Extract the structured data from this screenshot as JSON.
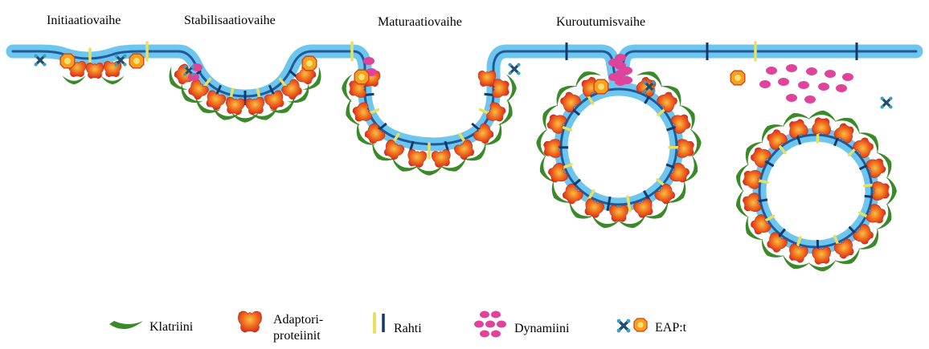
{
  "stages": [
    {
      "label": "Initiaatiovaihe"
    },
    {
      "label": "Stabilisaatiovaihe"
    },
    {
      "label": "Maturaatiovaihe"
    },
    {
      "label": "Kuroutumisvaihe"
    }
  ],
  "legend": {
    "clathrin": "Klatriini",
    "adaptor_line1": "Adaptori-",
    "adaptor_line2": "proteiinit",
    "cargo": "Rahti",
    "dynamin": "Dynamiini",
    "eap": "EAP:t"
  },
  "colors": {
    "membrane_glow": "#6ec6ee",
    "membrane_core": "#1f5a9a",
    "clathrin": "#3a8a2a",
    "adaptor": "#e8401c",
    "adaptor_light": "#f7b030",
    "cargo_dark": "#123a6a",
    "cargo_yellow": "#e8e060",
    "dynamin": "#e0449a",
    "eap_cross": "#1d4d70",
    "eap_hex": "#f7a020"
  },
  "icons": [
    "clathrin-icon",
    "adaptor-protein-icon",
    "cargo-icon",
    "dynamin-icon",
    "eap-cross-icon",
    "eap-hexagon-icon"
  ]
}
